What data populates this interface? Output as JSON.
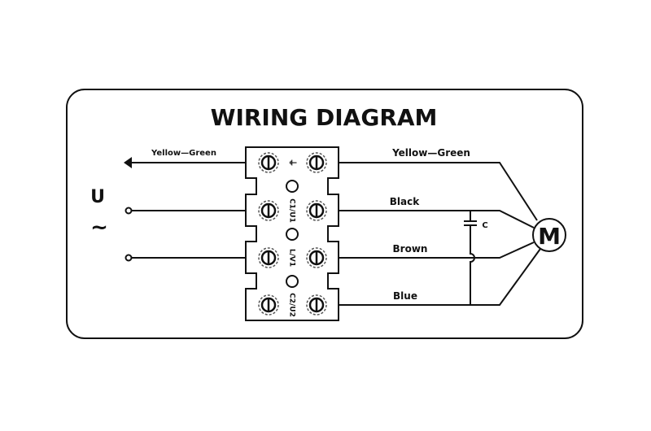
{
  "title": "WIRING DIAGRAM",
  "supply": {
    "symbol_top": "U",
    "symbol_bottom": "~"
  },
  "left_wires": [
    {
      "label": "Yellow—Green",
      "terminal": "ground"
    }
  ],
  "terminals": [
    {
      "label": "⏚",
      "name": "ground"
    },
    {
      "label": "C1/U1",
      "name": "c1-u1"
    },
    {
      "label": "L/V1",
      "name": "l-v1"
    },
    {
      "label": "C2/U2",
      "name": "c2-u2"
    }
  ],
  "right_wires": [
    {
      "label": "Yellow—Green"
    },
    {
      "label": "Black"
    },
    {
      "label": "Brown"
    },
    {
      "label": "Blue"
    }
  ],
  "capacitor": {
    "label": "C"
  },
  "motor": {
    "label": "M"
  }
}
